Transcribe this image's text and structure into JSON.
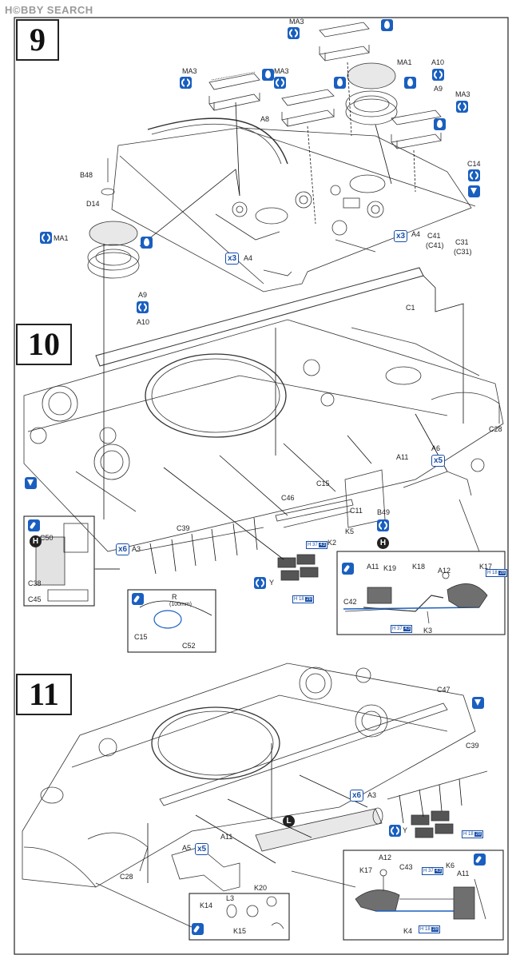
{
  "watermark": "H©BBY SEARCH",
  "steps": [
    "9",
    "10",
    "11"
  ],
  "step9": {
    "labels": [
      "MA3",
      "MA3",
      "MA3",
      "MA3",
      "MA1",
      "MA1",
      "A10",
      "A9",
      "A8",
      "B48",
      "D14",
      "C14",
      "A4",
      "A4",
      "C41",
      "(C41)",
      "C31",
      "(C31)",
      "A9",
      "A10",
      "C1"
    ],
    "x3": [
      "x3",
      "x3"
    ]
  },
  "step10": {
    "labels": [
      "C28",
      "A6",
      "A11",
      "C15",
      "C11",
      "C46",
      "K5",
      "K2",
      "B49",
      "A3",
      "C39",
      "Y",
      "C50",
      "C38",
      "C45",
      "C15",
      "C52",
      "R",
      "(100mm)",
      "A11",
      "K19",
      "K18",
      "A12",
      "K17",
      "C42",
      "K3"
    ],
    "x5": "x5",
    "x6": "x6",
    "paints": [
      [
        "H",
        "37",
        "43"
      ],
      [
        "H",
        "18",
        "28"
      ],
      [
        "H",
        "18",
        "28"
      ],
      [
        "H",
        "37",
        "43"
      ]
    ],
    "circle_h": [
      "H",
      "H"
    ]
  },
  "step11": {
    "labels": [
      "C47",
      "C39",
      "A3",
      "Y",
      "A5",
      "A11",
      "C28",
      "K14",
      "L3",
      "K20",
      "K15",
      "A12",
      "C43",
      "K6",
      "A11",
      "K17",
      "K4"
    ],
    "x5": "x5",
    "x6": "x6",
    "circle_l": "L",
    "paints": [
      [
        "H",
        "18",
        "28"
      ],
      [
        "H",
        "37",
        "43"
      ],
      [
        "H",
        "18",
        "28"
      ]
    ]
  }
}
